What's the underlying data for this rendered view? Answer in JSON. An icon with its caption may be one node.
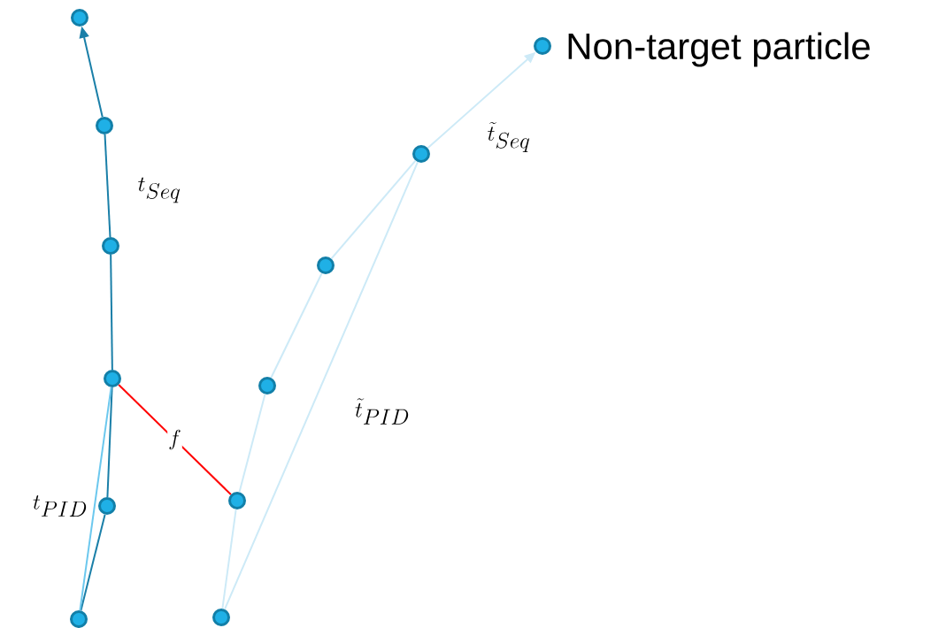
{
  "diagram": {
    "nodes": [
      {
        "text": [],
        "shape": "circle"
      },
      {
        "text": [],
        "shape": "circle"
      },
      {
        "text": [],
        "shape": "circle"
      },
      {
        "text": [],
        "shape": "circle"
      },
      {
        "text": [],
        "shape": "circle"
      },
      {
        "text": [],
        "shape": "circle"
      },
      {
        "text": [],
        "shape": "circle",
        "beside": [
          "Non-target particle"
        ]
      },
      {
        "text": [],
        "shape": "circle"
      },
      {
        "text": [],
        "shape": "circle"
      },
      {
        "text": [],
        "shape": "circle"
      },
      {
        "text": [],
        "shape": "circle"
      },
      {
        "text": [],
        "shape": "circle"
      }
    ],
    "edges": [
      {
        "from": 5,
        "to": 4,
        "arrow": "none",
        "color": "#1a7fa8"
      },
      {
        "from": 4,
        "to": 3,
        "arrow": "none",
        "color": "#1a7fa8"
      },
      {
        "from": 3,
        "to": 2,
        "arrow": "none",
        "color": "#1a7fa8"
      },
      {
        "from": 2,
        "to": 1,
        "arrow": "none",
        "color": "#1a7fa8"
      },
      {
        "from": 1,
        "to": 0,
        "arrow": "to",
        "color": "#1a7fa8"
      },
      {
        "from": 5,
        "to": 3,
        "arrow": "none",
        "color": "#6cc8ee"
      },
      {
        "from": 11,
        "to": 10,
        "arrow": "none"
      },
      {
        "from": 10,
        "to": 9,
        "arrow": "none"
      },
      {
        "from": 9,
        "to": 8,
        "arrow": "none"
      },
      {
        "from": 8,
        "to": 7,
        "arrow": "none"
      },
      {
        "from": 7,
        "to": 6,
        "arrow": "to"
      },
      {
        "from": 11,
        "to": 7,
        "arrow": "none"
      },
      {
        "from": 3,
        "to": 10,
        "arrow": "none",
        "label": "f",
        "color": "#ff0000"
      }
    ],
    "labels": [
      "t_{Seq}",
      "\\tilde{t}_{Seq}",
      "\\tilde{t}_{PID}",
      "t_{PID}"
    ]
  }
}
